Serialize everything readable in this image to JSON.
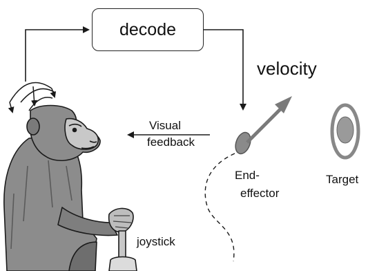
{
  "diagram": {
    "decode_label": "decode",
    "velocity_label": "velocity",
    "visual_feedback_line1": "Visual",
    "visual_feedback_line2": "feedback",
    "end_effector_line1": "End-",
    "end_effector_line2": "effector",
    "target_label": "Target",
    "joystick_label": "joystick"
  },
  "colors": {
    "monkey_fur": "#8c8c8c",
    "monkey_dark": "#5a5a5a",
    "monkey_face": "#c8c8c8",
    "end_effector": "#8a8a8a",
    "arrow": "#7a7a7a",
    "target_ring": "#888888",
    "target_inner": "#9a9a9a",
    "line": "#1a1a1a"
  }
}
